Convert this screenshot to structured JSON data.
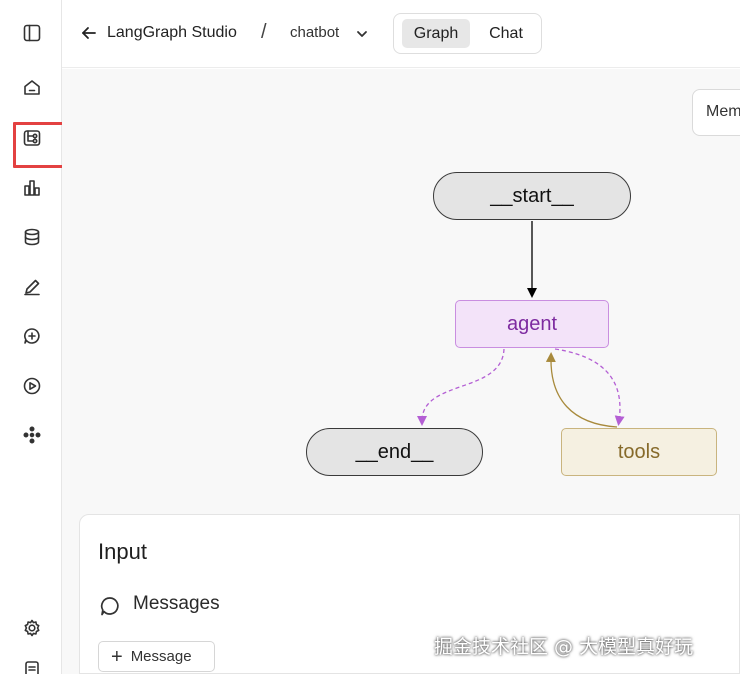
{
  "header": {
    "app_title": "LangGraph Studio",
    "separator": "/",
    "project": "chatbot",
    "tabs": [
      {
        "label": "Graph",
        "active": true
      },
      {
        "label": "Chat",
        "active": false
      }
    ]
  },
  "sidebar": {
    "icons": [
      "panel-toggle-icon",
      "home-icon",
      "graph-icon",
      "bar-chart-icon",
      "database-icon",
      "pen-icon",
      "chat-plus-icon",
      "play-icon",
      "network-icon",
      "settings-icon",
      "document-icon"
    ],
    "highlighted": "graph-icon",
    "highlight_color": "#e34141"
  },
  "canvas": {
    "memory_button": "Mem",
    "nodes": {
      "start": "__start__",
      "agent": "agent",
      "end": "__end__",
      "tools": "tools"
    },
    "colors": {
      "agent_fill": "#f3e3f9",
      "agent_text": "#7d2aa0",
      "conditional_edge": "#b45fd4",
      "tools_fill": "#f5f0e1",
      "tools_edge": "#a88a3c"
    }
  },
  "input": {
    "title": "Input",
    "messages_label": "Messages",
    "add_message": "Message"
  },
  "watermark": "掘金技术社区 @ 大模型真好玩"
}
